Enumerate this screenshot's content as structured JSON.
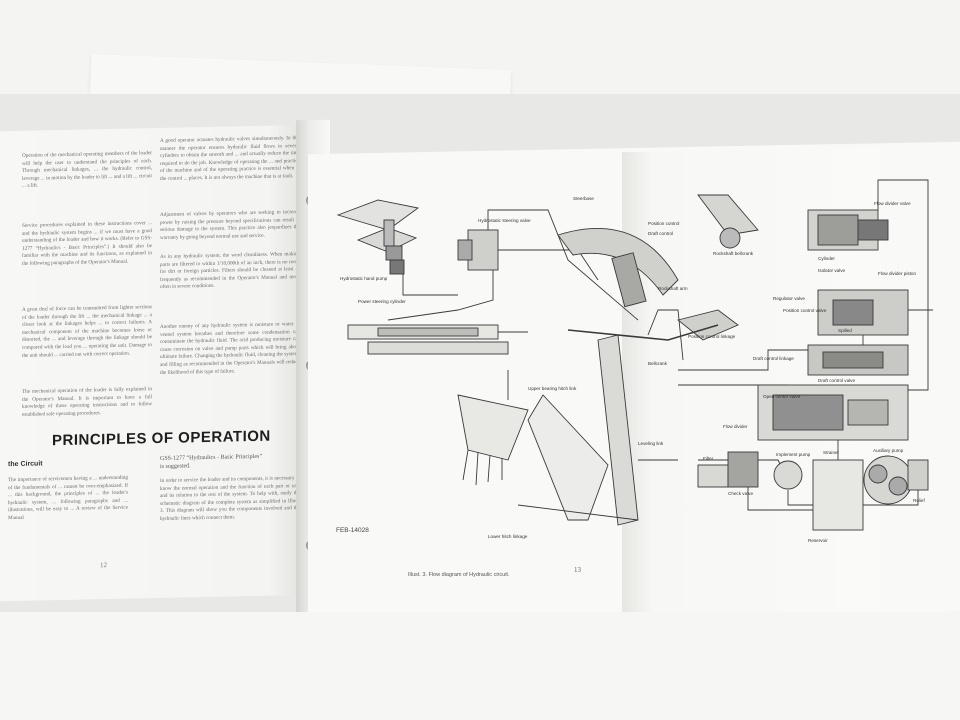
{
  "left_page": {
    "heading": "PRINCIPLES OF OPERATION",
    "subheading": "the Circuit",
    "reference_line": "GSS-1277 “Hydraulics - Basic Principles”",
    "reference_line2": "is suggested.",
    "col_a_top": "Operation of the mechanical operating members of the loader will help the user to understand the principles of each. Through mechanical linkages, ... the hydraulic control, leverage ... in motion by the loader to lift ... and a lift ... circuit ... a lift.",
    "col_a_mid": "Service procedures explained in these instructions cover ... and the hydraulic system begins ... if we must have a good understanding of the loader and how it works. (Refer to GSS-1277 “Hydraulics - Basic Principles”.) It should also be familiar with the machine and its functions, as explained in the following paragraphs of the Operator's Manual.",
    "col_a_low": "A great deal of force can be transmitted from lighter sections of the loader through the lift ... the mechanical linkage ... a closer look at the linkages helps ... to correct failures. A mechanical component of the machine becomes loose or distorted, the ... and leverage through the linkage should be compared with the load you ... operating the unit. Damage to the unit should ... carried out with correct operation.",
    "col_a_bottom": "The mechanical operation of the loader is fully explained in the Operator's Manual. It is important to have a full knowledge of those operating instructions and to follow established safe operating procedures.",
    "col_b_top": "A good operator actuates hydraulic valves simultaneously. In this manner the operator ensures hydraulic fluid flows to several cylinders to obtain the smooth and ... and actually reduce the time required to do the job. Knowledge of operating the ... and practice of the machine and of the operating practice is essential when ... the control ... places. It is not always the machine that is at fault.",
    "col_b_mid": "Adjustment of valves by operators who are seeking to increase power by raising the pressure beyond specifications can result in serious damage to the system. This practice also jeopardizes the warranty by going beyond normal use and service.",
    "col_b_mid2": "As in any hydraulic system, the word cleanliness. When making parts are filtered to within 1/10,000th of an inch, there is no room for dirt or foreign particles. Filters should be cleaned at least as frequently as recommended in the Operator's Manual and more often in severe conditions.",
    "col_b_low": "Another enemy of any hydraulic system is moisture or water. A vented system breathes and therefore some condensation can contaminate the hydraulic fluid. The acid producing moisture can cause corrosion on valve and pump parts which will bring about ultimate failure. Changing the hydraulic fluid, cleaning the system, and filling as recommended in the Operator's Manuals will reduce the likelihood of this type of failure.",
    "col_b_bottom": "In order to service the loader and its components, it is necessary to know the normal operation and the function of each part or unit and its relation to the rest of the system. To help with, study the schematic diagram of the complete system as simplified in Illust. 3. This diagram will show you the components involved and the hydraulic lines which connect them.",
    "col_a_bottom2": "The importance of servicemen having a ... understanding of the fundamentals of ... cannot be over-emphasized. If ... this background, the principles of ... the loader's hydraulic system, ... following paragraphs and ... illustrations, will be easy to ... A review of the Service Manual",
    "page_number": "12"
  },
  "right_page": {
    "figure_code": "FEB-14028",
    "page_number": "13",
    "caption": "Illust. 3.  Flow diagram of Hydraulic circuit.",
    "labels": {
      "hydrostatic_steering_valve": "Hydrostatic steering valve",
      "hydrostatic_hand_pump": "Hydrostatic hand pump",
      "power_steering_cylinder": "Power steering cylinder",
      "upper_bearing_hitch_link": "Upper bearing hitch link",
      "steerbase": "Steerbase",
      "position_control": "Position control",
      "draft_control": "Draft control",
      "rockshaft_bellcrank": "Rockshaft bellcrank",
      "rockshaft_arm": "Rockshaft arm",
      "position_control_linkage": "Position control linkage",
      "bellcrank": "Bellcrank",
      "draft_control_linkage": "Draft control linkage",
      "leveling_link": "Leveling link",
      "lower_hitch_linkage": "Lower hitch linkage",
      "filter": "Filter",
      "flow_divider_valve": "Flow divider valve",
      "cylinder": "Cylinder",
      "isolator_valve": "Isolator valve",
      "flow_divider_piston": "Flow divider piston",
      "regulator_valve": "Regulator valve",
      "position_control_valve": "Position control valve",
      "spilled": "Spilled",
      "draft_control_valve": "Draft control valve",
      "open_center_valve": "Open center valve",
      "flow_divider": "Flow divider",
      "implement_pump": "Implement pump",
      "strainer": "Strainer",
      "auxiliary_pump": "Auxiliary pump",
      "reservoir": "Reservoir",
      "relief": "Relief",
      "check_valve": "Check valve"
    }
  }
}
